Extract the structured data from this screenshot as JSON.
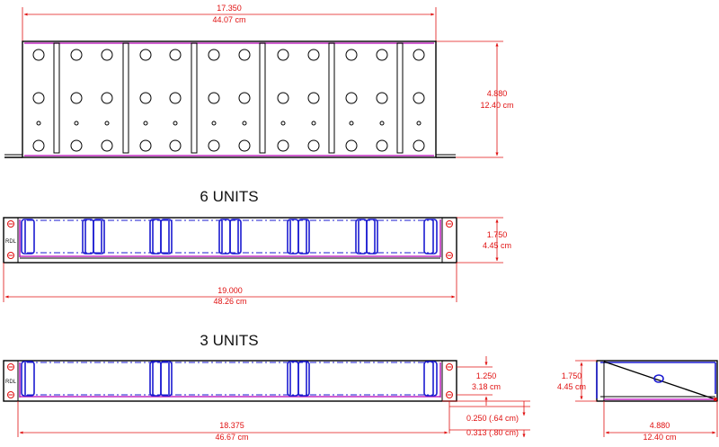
{
  "colors": {
    "outline": "#000000",
    "dimension": "#e01010",
    "module": "#1a1ad0",
    "accent": "#c02bc0",
    "screw": "#e01010"
  },
  "top_view": {
    "width_in": "17.350",
    "width_cm": "44.07 cm",
    "depth_in": "4.880",
    "depth_cm": "12.40 cm"
  },
  "six_unit": {
    "title": "6 UNITS",
    "logo": "RDL",
    "height_in": "1.750",
    "height_cm": "4.45 cm",
    "width_in": "19.000",
    "width_cm": "48.26 cm"
  },
  "three_unit": {
    "title": "3 UNITS",
    "logo": "RDL",
    "module_height_in": "1.250",
    "module_height_cm": "3.18 cm",
    "offset_a": "0.250 (.64 cm)",
    "offset_b": "0.313 (.80 cm)",
    "width_in": "18.375",
    "width_cm": "46.67 cm"
  },
  "side_view": {
    "height_in": "1.750",
    "height_cm": "4.45 cm",
    "depth_in": "4.880",
    "depth_cm": "12.40 cm"
  }
}
